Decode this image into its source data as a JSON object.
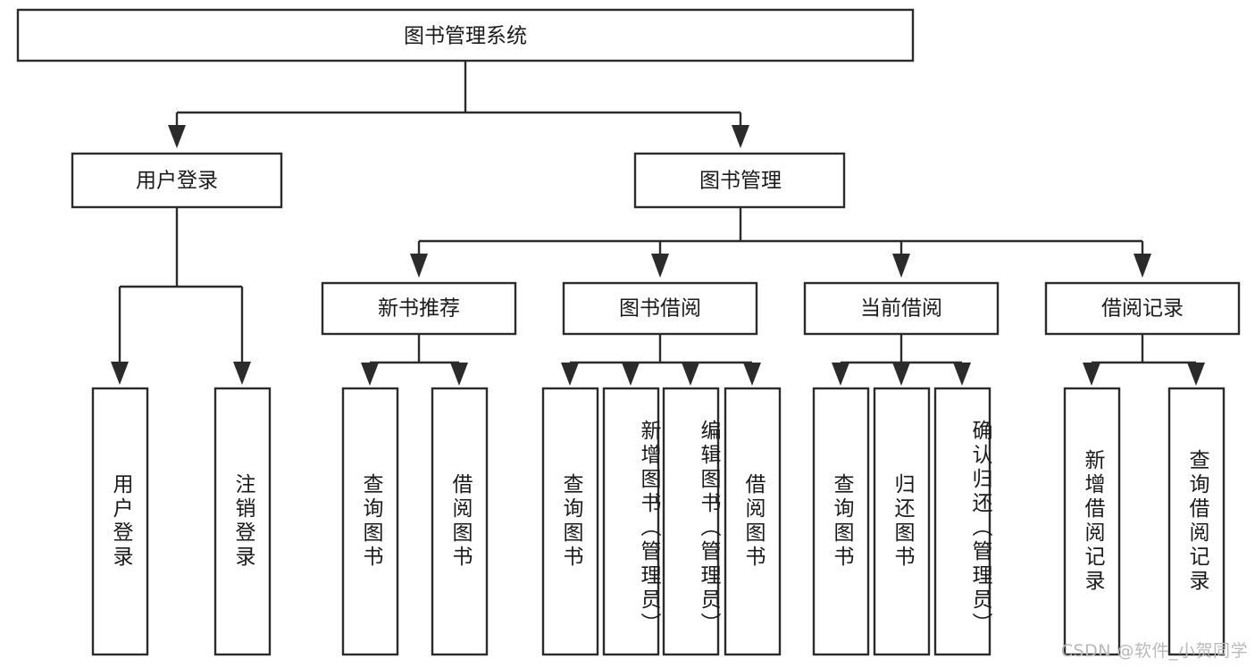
{
  "diagram": {
    "type": "tree-hierarchy",
    "orientation": "top-down",
    "title": "图书管理系统",
    "watermark": "CSDN @软件_小贺同学",
    "colors": {
      "background": "#ffffff",
      "box_fill": "#ffffff",
      "box_stroke": "#2b2b2b",
      "text": "#1a1a1a",
      "watermark": "#b9b9b9"
    },
    "levels": {
      "root": [
        "图书管理系统"
      ],
      "level1": [
        "用户登录",
        "图书管理"
      ],
      "level2": [
        "新书推荐",
        "图书借阅",
        "当前借阅",
        "借阅记录"
      ],
      "leaves": [
        "用户登录",
        "注销登录",
        "查询图书",
        "借阅图书",
        "查询图书",
        "新增图书（管理员）",
        "编辑图书（管理员）",
        "借阅图书",
        "查询图书",
        "归还图书",
        "确认归还（管理员）",
        "新增借阅记录",
        "查询借阅记录"
      ]
    },
    "nodes": {
      "root": {
        "label": "图书管理系统"
      },
      "user_login": {
        "label": "用户登录"
      },
      "book_manage": {
        "label": "图书管理"
      },
      "new_book_rec": {
        "label": "新书推荐"
      },
      "book_borrow": {
        "label": "图书借阅"
      },
      "current_borrow": {
        "label": "当前借阅"
      },
      "borrow_record": {
        "label": "借阅记录"
      }
    },
    "leaf_nodes": {
      "user_login_leaf": {
        "label": "用户登录"
      },
      "logout_leaf": {
        "label": "注销登录"
      },
      "nbr_query": {
        "label": "查询图书"
      },
      "nbr_borrow": {
        "label": "借阅图书"
      },
      "bb_query": {
        "label": "查询图书"
      },
      "bb_add": {
        "label": "新增图书（管理员）"
      },
      "bb_edit": {
        "label": "编辑图书（管理员）"
      },
      "bb_borrow": {
        "label": "借阅图书"
      },
      "cb_query": {
        "label": "查询图书"
      },
      "cb_return": {
        "label": "归还图书"
      },
      "cb_confirm": {
        "label": "确认归还（管理员）"
      },
      "br_add": {
        "label": "新增借阅记录"
      },
      "br_query": {
        "label": "查询借阅记录"
      }
    }
  }
}
